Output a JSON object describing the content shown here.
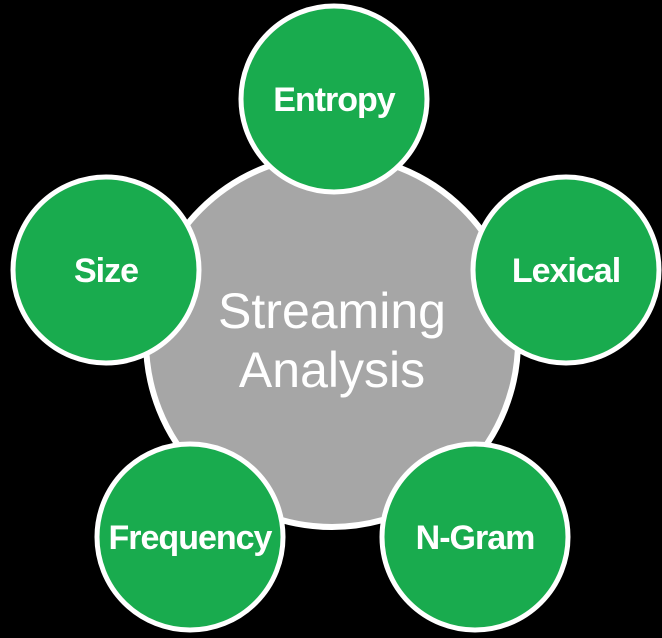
{
  "diagram": {
    "title": "Streaming Analysis",
    "hub": {
      "label": "Streaming Analysis",
      "line1": "Streaming",
      "line2": "Analysis"
    },
    "nodes": [
      {
        "id": "entropy",
        "label": "Entropy",
        "position": "top"
      },
      {
        "id": "size",
        "label": "Size",
        "position": "left"
      },
      {
        "id": "lexical",
        "label": "Lexical",
        "position": "right"
      },
      {
        "id": "frequency",
        "label": "Frequency",
        "position": "bottom-left"
      },
      {
        "id": "ngram",
        "label": "N-Gram",
        "position": "bottom-right"
      }
    ],
    "colors": {
      "background": "#000000",
      "node_fill": "#19AB4E",
      "hub_fill": "#A6A6A6",
      "circle_stroke": "#FFFFFF",
      "text": "#FFFFFF"
    }
  }
}
